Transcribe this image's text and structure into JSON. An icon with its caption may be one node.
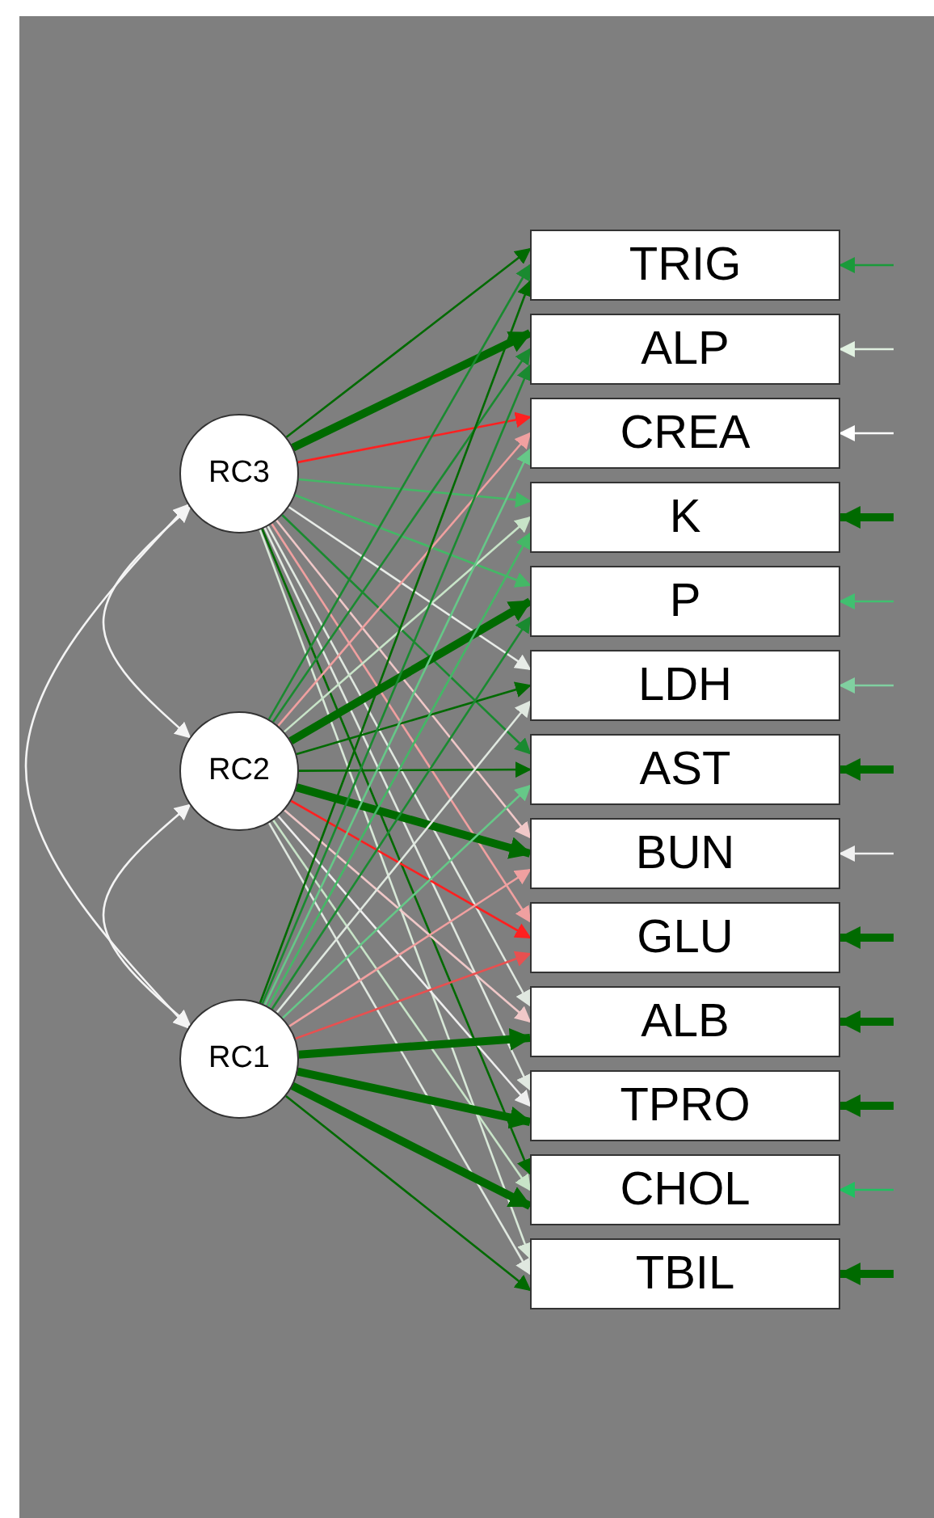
{
  "diagram": {
    "nodes": [
      {
        "text": [
          "RC3"
        ]
      },
      {
        "text": [
          "RC2"
        ]
      },
      {
        "text": [
          "RC1"
        ]
      },
      {
        "text": [
          "TRIG"
        ]
      },
      {
        "text": [
          "ALP"
        ]
      },
      {
        "text": [
          "CREA"
        ]
      },
      {
        "text": [
          "K"
        ]
      },
      {
        "text": [
          "P"
        ]
      },
      {
        "text": [
          "LDH"
        ]
      },
      {
        "text": [
          "AST"
        ]
      },
      {
        "text": [
          "BUN"
        ]
      },
      {
        "text": [
          "GLU"
        ]
      },
      {
        "text": [
          "ALB"
        ]
      },
      {
        "text": [
          "TPRO"
        ]
      },
      {
        "text": [
          "CHOL"
        ]
      },
      {
        "text": [
          "TBIL"
        ]
      }
    ],
    "edges": [
      {
        "from": 0,
        "to": 3,
        "arrow": "to",
        "color": "#006a00"
      },
      {
        "from": 0,
        "to": 4,
        "arrow": "to",
        "style": "thick",
        "color": "#006a00"
      },
      {
        "from": 0,
        "to": 5,
        "arrow": "to",
        "color": "#ff2020"
      },
      {
        "from": 0,
        "to": 6,
        "arrow": "to",
        "color": "#44b866"
      },
      {
        "from": 0,
        "to": 7,
        "arrow": "to",
        "color": "#44b866"
      },
      {
        "from": 0,
        "to": 8,
        "arrow": "to",
        "color": "#e8ece8"
      },
      {
        "from": 0,
        "to": 9,
        "arrow": "to",
        "color": "#1a8a30"
      },
      {
        "from": 0,
        "to": 10,
        "arrow": "to",
        "color": "#f0c8c8"
      },
      {
        "from": 0,
        "to": 11,
        "arrow": "to",
        "color": "#f0a0a0"
      },
      {
        "from": 0,
        "to": 12,
        "arrow": "to",
        "color": "#e0e8e0"
      },
      {
        "from": 0,
        "to": 13,
        "arrow": "to",
        "color": "#e0e8e0"
      },
      {
        "from": 0,
        "to": 14,
        "arrow": "to",
        "color": "#006a00"
      },
      {
        "from": 0,
        "to": 15,
        "arrow": "to",
        "color": "#d8e8d8"
      },
      {
        "from": 1,
        "to": 3,
        "arrow": "to",
        "color": "#1a8a30"
      },
      {
        "from": 1,
        "to": 4,
        "arrow": "to",
        "color": "#1a8a30"
      },
      {
        "from": 1,
        "to": 5,
        "arrow": "to",
        "color": "#f0a0a0"
      },
      {
        "from": 1,
        "to": 6,
        "arrow": "to",
        "color": "#c8e4c8"
      },
      {
        "from": 1,
        "to": 7,
        "arrow": "to",
        "style": "thick",
        "color": "#006a00"
      },
      {
        "from": 1,
        "to": 8,
        "arrow": "to",
        "color": "#006a00"
      },
      {
        "from": 1,
        "to": 9,
        "arrow": "to",
        "color": "#006a00"
      },
      {
        "from": 1,
        "to": 10,
        "arrow": "to",
        "style": "thick",
        "color": "#006a00"
      },
      {
        "from": 1,
        "to": 11,
        "arrow": "to",
        "color": "#ff2020"
      },
      {
        "from": 1,
        "to": 12,
        "arrow": "to",
        "color": "#f0c8c8"
      },
      {
        "from": 1,
        "to": 13,
        "arrow": "to",
        "color": "#eeeeee"
      },
      {
        "from": 1,
        "to": 14,
        "arrow": "to",
        "color": "#c8e4c8"
      },
      {
        "from": 1,
        "to": 15,
        "arrow": "to",
        "color": "#e0e8e0"
      },
      {
        "from": 2,
        "to": 3,
        "arrow": "to",
        "color": "#006a00"
      },
      {
        "from": 2,
        "to": 4,
        "arrow": "to",
        "color": "#1a8a30"
      },
      {
        "from": 2,
        "to": 5,
        "arrow": "to",
        "color": "#66c888"
      },
      {
        "from": 2,
        "to": 6,
        "arrow": "to",
        "color": "#44b866"
      },
      {
        "from": 2,
        "to": 7,
        "arrow": "to",
        "color": "#1a8a30"
      },
      {
        "from": 2,
        "to": 8,
        "arrow": "to",
        "color": "#e0e8e0"
      },
      {
        "from": 2,
        "to": 9,
        "arrow": "to",
        "color": "#66c888"
      },
      {
        "from": 2,
        "to": 10,
        "arrow": "to",
        "color": "#f0a0a0"
      },
      {
        "from": 2,
        "to": 11,
        "arrow": "to",
        "color": "#e85050"
      },
      {
        "from": 2,
        "to": 12,
        "arrow": "to",
        "style": "thick",
        "color": "#006a00"
      },
      {
        "from": 2,
        "to": 13,
        "arrow": "to",
        "style": "thick",
        "color": "#006a00"
      },
      {
        "from": 2,
        "to": 14,
        "arrow": "to",
        "style": "thick",
        "color": "#006a00"
      },
      {
        "from": 2,
        "to": 15,
        "arrow": "to",
        "color": "#006a00"
      },
      {
        "from": 0,
        "to": 1,
        "arrow": "both",
        "color": "#f4f4f4"
      },
      {
        "from": 1,
        "to": 2,
        "arrow": "both",
        "color": "#f4f4f4"
      },
      {
        "from": 0,
        "to": 2,
        "arrow": "both",
        "color": "#f4f4f4"
      },
      {
        "from": null,
        "to": 3,
        "arrow": "to",
        "color": "#1a9a3a"
      },
      {
        "from": null,
        "to": 4,
        "arrow": "to",
        "color": "#e0f0e0"
      },
      {
        "from": null,
        "to": 5,
        "arrow": "to",
        "color": "#ffffff"
      },
      {
        "from": null,
        "to": 6,
        "arrow": "to",
        "style": "thick",
        "color": "#006a00"
      },
      {
        "from": null,
        "to": 7,
        "arrow": "to",
        "color": "#40c070"
      },
      {
        "from": null,
        "to": 8,
        "arrow": "to",
        "color": "#80d0a0"
      },
      {
        "from": null,
        "to": 9,
        "arrow": "to",
        "style": "thick",
        "color": "#006a00"
      },
      {
        "from": null,
        "to": 10,
        "arrow": "to",
        "color": "#f0f0f0"
      },
      {
        "from": null,
        "to": 11,
        "arrow": "to",
        "style": "thick",
        "color": "#006a00"
      },
      {
        "from": null,
        "to": 12,
        "arrow": "to",
        "style": "thick",
        "color": "#006a00"
      },
      {
        "from": null,
        "to": 13,
        "arrow": "to",
        "style": "thick",
        "color": "#006a00"
      },
      {
        "from": null,
        "to": 14,
        "arrow": "to",
        "color": "#20c060"
      },
      {
        "from": null,
        "to": 15,
        "arrow": "to",
        "style": "thick",
        "color": "#006a00"
      }
    ]
  }
}
